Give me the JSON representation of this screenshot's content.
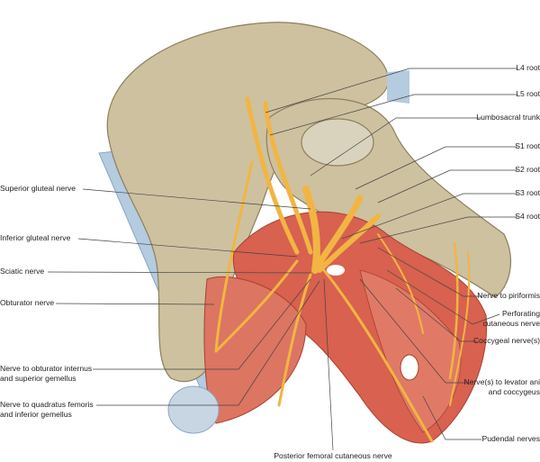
{
  "colors": {
    "bone": "#cdc1a0",
    "bone_shadow": "#a99c78",
    "muscle": "#d8614f",
    "nerve": "#f2b543",
    "ligament": "#b4cbe0",
    "leader": "#444444"
  },
  "labels_left": [
    {
      "id": "superior-gluteal-nerve",
      "lines": [
        "Superior gluteal nerve"
      ]
    },
    {
      "id": "inferior-gluteal-nerve",
      "lines": [
        "Inferior gluteal nerve"
      ]
    },
    {
      "id": "sciatic-nerve",
      "lines": [
        "Sciatic nerve"
      ]
    },
    {
      "id": "obturator-nerve",
      "lines": [
        "Obturator nerve"
      ]
    },
    {
      "id": "nerve-to-obturator-internus",
      "lines": [
        "Nerve to obturator internus",
        "and superior gemellus"
      ]
    },
    {
      "id": "nerve-to-quadratus-femoris",
      "lines": [
        "Nerve to quadratus femoris",
        "and inferior gemellus"
      ]
    }
  ],
  "labels_right": [
    {
      "id": "l4-root",
      "lines": [
        "L4 root"
      ]
    },
    {
      "id": "l5-root",
      "lines": [
        "L5 root"
      ]
    },
    {
      "id": "lumbosacral-trunk",
      "lines": [
        "Lumbosacral trunk"
      ]
    },
    {
      "id": "s1-root",
      "lines": [
        "S1 root"
      ]
    },
    {
      "id": "s2-root",
      "lines": [
        "S2 root"
      ]
    },
    {
      "id": "s3-root",
      "lines": [
        "S3 root"
      ]
    },
    {
      "id": "s4-root",
      "lines": [
        "S4 root"
      ]
    },
    {
      "id": "nerve-to-piriformis",
      "lines": [
        "Nerve to piriformis"
      ]
    },
    {
      "id": "perforating-cutaneous-nerve",
      "lines": [
        "Perforating",
        "cutaneous nerve"
      ]
    },
    {
      "id": "coccygeal-nerves",
      "lines": [
        "Coccygeal nerve(s)"
      ]
    },
    {
      "id": "nerves-to-levator-ani",
      "lines": [
        "Nerve(s) to levator ani",
        "and coccygeus"
      ]
    },
    {
      "id": "pudendal-nerves",
      "lines": [
        "Pudendal nerves"
      ]
    }
  ],
  "label_bottom": {
    "id": "posterior-femoral-cutaneous-nerve",
    "lines": [
      "Posterior femoral cutaneous nerve"
    ]
  }
}
